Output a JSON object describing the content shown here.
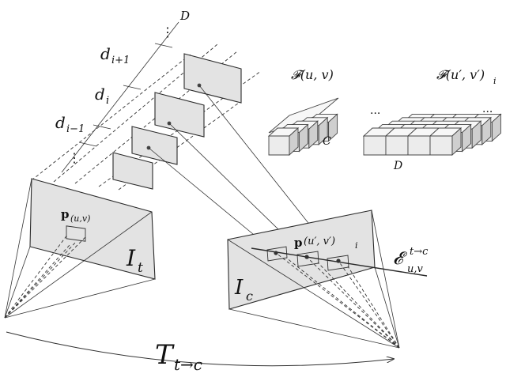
{
  "labels": {
    "depth_D": "D",
    "d_next": "d",
    "d_next_sub": "i+1",
    "d_i": "d",
    "d_i_sub": "i",
    "d_prev": "d",
    "d_prev_sub": "i−1",
    "dots_top": "⋮",
    "dots_bottom": "⋮",
    "feature_single": "𝓕(u, v)",
    "feature_multi": "𝓕(u′, v′)",
    "feature_multi_sub": "i",
    "cube_channel": "C",
    "cube_depth": "D",
    "dots_left": "···",
    "dots_right": "···",
    "point_target": "p",
    "point_target_sub": "(u,v)",
    "image_target": "I",
    "image_target_sub": "t",
    "image_context": "I",
    "image_context_sub": "c",
    "point_context": "p",
    "point_context_sub": "(u′, v′)",
    "point_context_idx": "i",
    "epipolar": "𝓔",
    "epipolar_sub": "u,v",
    "epipolar_sup": "t→c",
    "transform": "T",
    "transform_sub": "t→c"
  }
}
